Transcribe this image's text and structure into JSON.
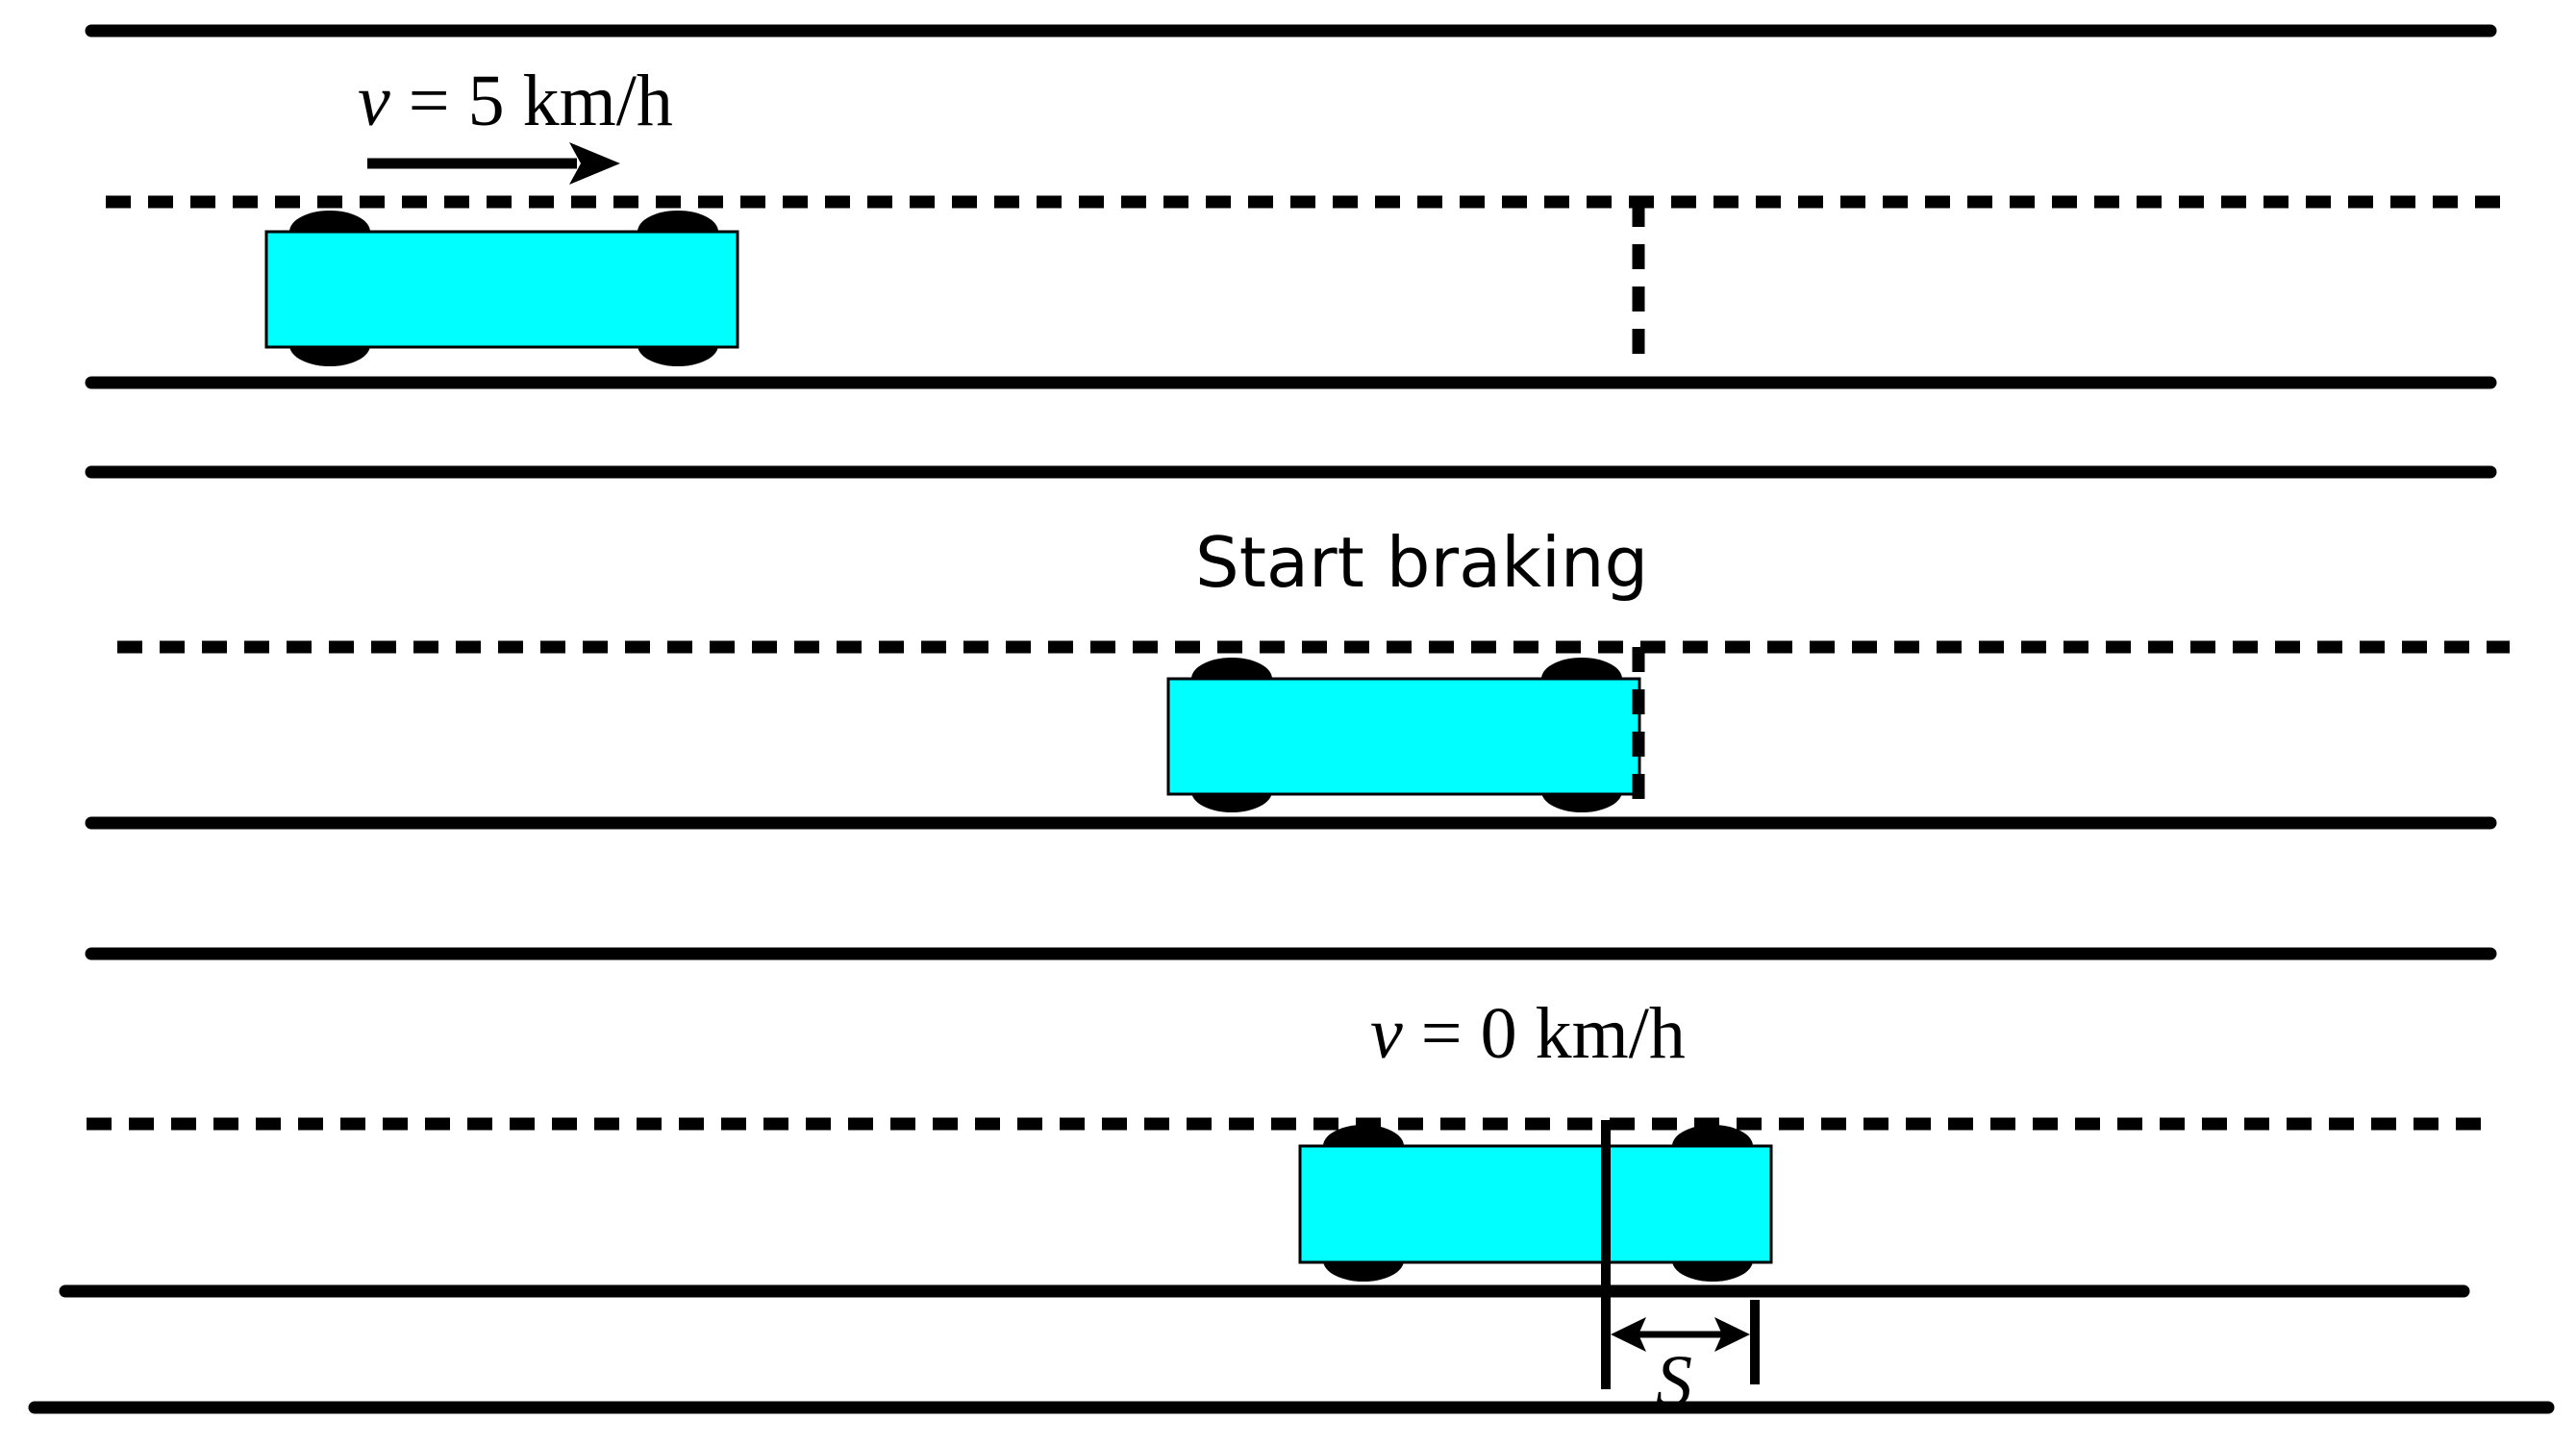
{
  "colors": {
    "car_body": "#00ffff",
    "line": "#000000",
    "background": "#ffffff"
  },
  "panel1": {
    "speed_var": "v",
    "speed_eq": " = 5 km/h"
  },
  "panel2": {
    "label": "Start braking"
  },
  "panel3": {
    "speed_var": "v",
    "speed_eq": " = 0 km/h",
    "distance_var": "S"
  }
}
